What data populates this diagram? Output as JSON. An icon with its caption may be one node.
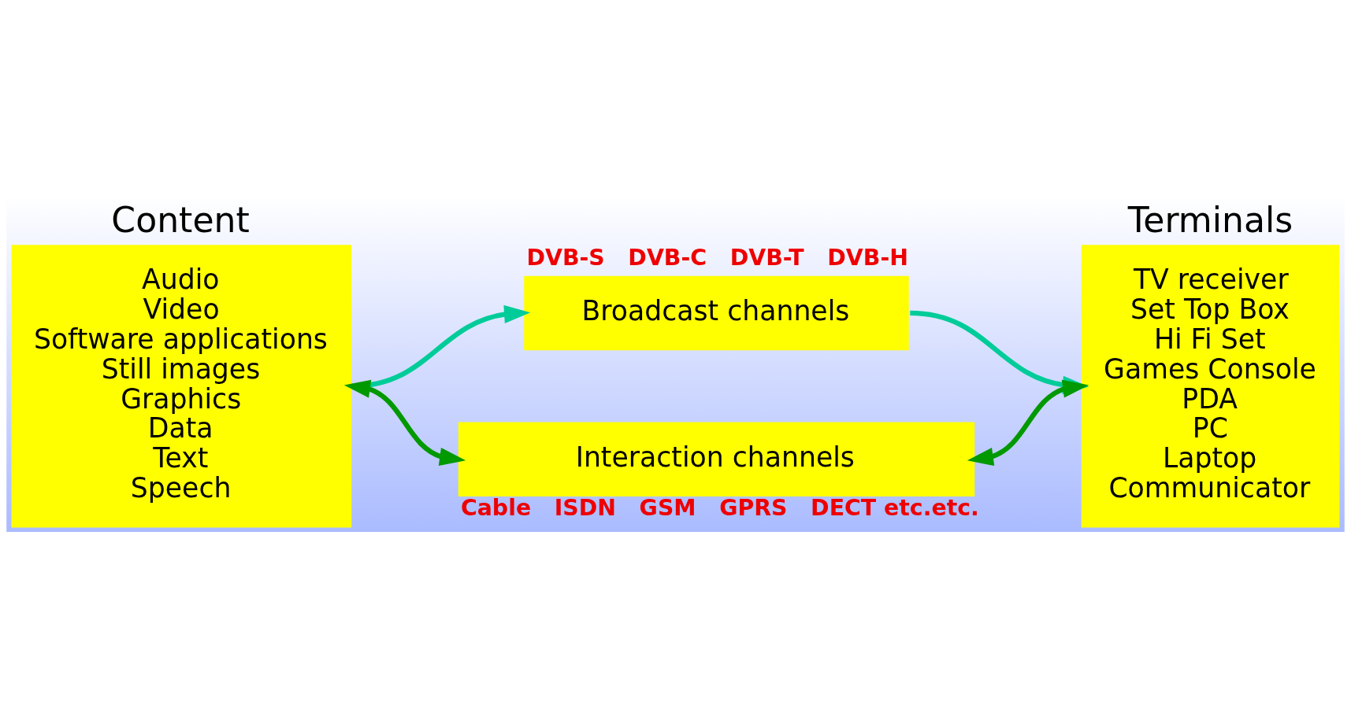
{
  "diagram": {
    "nodes": [
      {
        "text": [
          "Content",
          "Audio",
          "Video",
          "Software applications",
          "Still images",
          "Graphics",
          "Data",
          "Text",
          "Speech"
        ]
      },
      {
        "text": [
          "Broadcast channels"
        ],
        "beside": [
          "DVB-S",
          "DVB-C",
          "DVB-T",
          "DVB-H"
        ]
      },
      {
        "text": [
          "Interaction channels"
        ],
        "beside": [
          "Cable",
          "ISDN",
          "GSM",
          "GPRS",
          "DECT etc.etc."
        ]
      },
      {
        "text": [
          "Terminals",
          "TV receiver",
          "Set Top Box",
          "Hi Fi Set",
          "Games Console",
          "PDA",
          "PC",
          "Laptop",
          "Communicator"
        ]
      }
    ],
    "edges": [
      {
        "from": 0,
        "to": 1,
        "arrow": "to",
        "color": "#00cc99"
      },
      {
        "from": 1,
        "to": 3,
        "arrow": "to",
        "color": "#00cc99"
      },
      {
        "from": 0,
        "to": 2,
        "arrow": "both",
        "color": "#009900"
      },
      {
        "from": 2,
        "to": 3,
        "arrow": "both",
        "color": "#009900"
      }
    ]
  }
}
